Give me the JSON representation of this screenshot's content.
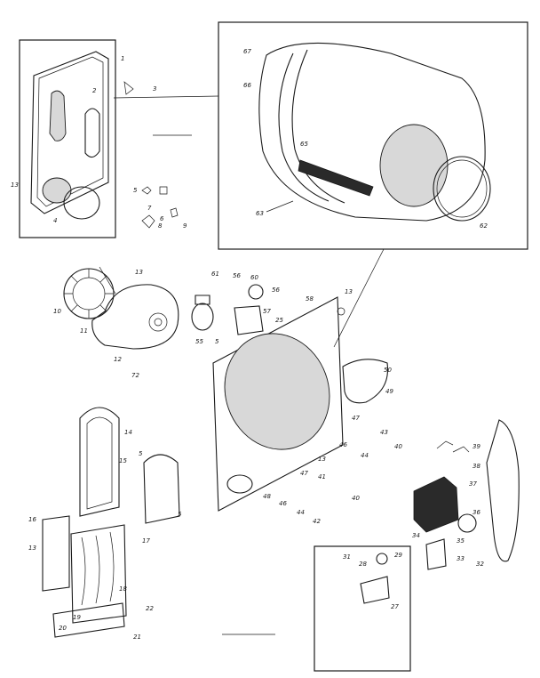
{
  "diagram": {
    "callouts": [
      {
        "id": "c1",
        "text": "1"
      },
      {
        "id": "c2",
        "text": "2"
      },
      {
        "id": "c3",
        "text": "3"
      },
      {
        "id": "c4",
        "text": "4"
      },
      {
        "id": "c5a",
        "text": "5"
      },
      {
        "id": "c6",
        "text": "6"
      },
      {
        "id": "c7",
        "text": "7"
      },
      {
        "id": "c9",
        "text": "9"
      },
      {
        "id": "c10",
        "text": "10"
      },
      {
        "id": "c11",
        "text": "11"
      },
      {
        "id": "c12",
        "text": "12"
      },
      {
        "id": "c13a",
        "text": "13"
      },
      {
        "id": "c13b",
        "text": "13"
      },
      {
        "id": "c13c",
        "text": "13"
      },
      {
        "id": "c13d",
        "text": "13"
      },
      {
        "id": "c13e",
        "text": "13"
      },
      {
        "id": "c14",
        "text": "14"
      },
      {
        "id": "c15",
        "text": "15"
      },
      {
        "id": "c16",
        "text": "16"
      },
      {
        "id": "c17",
        "text": "17"
      },
      {
        "id": "c18",
        "text": "18"
      },
      {
        "id": "c19",
        "text": "19"
      },
      {
        "id": "c20",
        "text": "20"
      },
      {
        "id": "c21",
        "text": "21"
      },
      {
        "id": "c22",
        "text": "22"
      },
      {
        "id": "c5b",
        "text": "5"
      },
      {
        "id": "c5c",
        "text": "5"
      },
      {
        "id": "c5d",
        "text": "5"
      },
      {
        "id": "c27",
        "text": "27"
      },
      {
        "id": "c28",
        "text": "28"
      },
      {
        "id": "c29",
        "text": "29"
      },
      {
        "id": "c31",
        "text": "31"
      },
      {
        "id": "c32",
        "text": "32"
      },
      {
        "id": "c33",
        "text": "33"
      },
      {
        "id": "c34",
        "text": "34"
      },
      {
        "id": "c35",
        "text": "35"
      },
      {
        "id": "c36",
        "text": "36"
      },
      {
        "id": "c37",
        "text": "37"
      },
      {
        "id": "c38",
        "text": "38"
      },
      {
        "id": "c39",
        "text": "39"
      },
      {
        "id": "c40a",
        "text": "40"
      },
      {
        "id": "c40b",
        "text": "40"
      },
      {
        "id": "c41",
        "text": "41"
      },
      {
        "id": "c42",
        "text": "42"
      },
      {
        "id": "c43",
        "text": "43"
      },
      {
        "id": "c44a",
        "text": "44"
      },
      {
        "id": "c44b",
        "text": "44"
      },
      {
        "id": "c46a",
        "text": "46"
      },
      {
        "id": "c46b",
        "text": "46"
      },
      {
        "id": "c47a",
        "text": "47"
      },
      {
        "id": "c47b",
        "text": "47"
      },
      {
        "id": "c48",
        "text": "48"
      },
      {
        "id": "c49",
        "text": "49"
      },
      {
        "id": "c50",
        "text": "50"
      },
      {
        "id": "c55",
        "text": "55"
      },
      {
        "id": "c56a",
        "text": "56"
      },
      {
        "id": "c56b",
        "text": "56"
      },
      {
        "id": "c57",
        "text": "57"
      },
      {
        "id": "c58",
        "text": "58"
      },
      {
        "id": "c60",
        "text": "60"
      },
      {
        "id": "c61",
        "text": "61"
      },
      {
        "id": "c62",
        "text": "62"
      },
      {
        "id": "c63",
        "text": "63"
      },
      {
        "id": "c65",
        "text": "65"
      },
      {
        "id": "c66",
        "text": "66"
      },
      {
        "id": "c67",
        "text": "67"
      },
      {
        "id": "c72",
        "text": "72"
      },
      {
        "id": "c25",
        "text": "25"
      },
      {
        "id": "c8",
        "text": "8"
      }
    ]
  }
}
